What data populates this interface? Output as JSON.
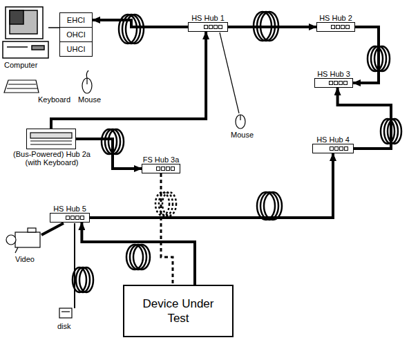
{
  "diagram": {
    "nodes": [
      {
        "text": [
          "EHCI",
          "OHCI",
          "UHCI"
        ]
      },
      {
        "text": [
          "HS Hub 1"
        ]
      },
      {
        "text": [
          "HS Hub 2"
        ]
      },
      {
        "text": [
          "HS Hub 3"
        ]
      },
      {
        "text": [
          "(Bus-Powered) Hub 2a (with Keyboard)"
        ]
      },
      {
        "text": [
          "FS Hub 3a"
        ]
      },
      {
        "text": [
          "HS Hub 4"
        ]
      },
      {
        "text": [
          "HS Hub 5"
        ]
      },
      {
        "text": [
          "Device Under Test"
        ]
      }
    ],
    "edges": [
      {
        "from": 1,
        "to": 0,
        "arrow": "to"
      },
      {
        "from": 1,
        "to": 2,
        "arrow": "to"
      },
      {
        "from": 2,
        "to": 3,
        "arrow": "to"
      },
      {
        "from": 6,
        "to": 3,
        "arrow": "to"
      },
      {
        "from": 7,
        "to": 6,
        "arrow": "to"
      },
      {
        "from": 4,
        "to": 1,
        "arrow": "to"
      },
      {
        "from": 4,
        "to": 5,
        "arrow": "to"
      },
      {
        "from": 5,
        "to": 8,
        "arrow": "none"
      },
      {
        "from": 8,
        "to": 7,
        "arrow": "to"
      }
    ],
    "labels": [
      "Computer",
      "Keyboard",
      "Mouse",
      "Mouse",
      "Video",
      "disk"
    ]
  }
}
